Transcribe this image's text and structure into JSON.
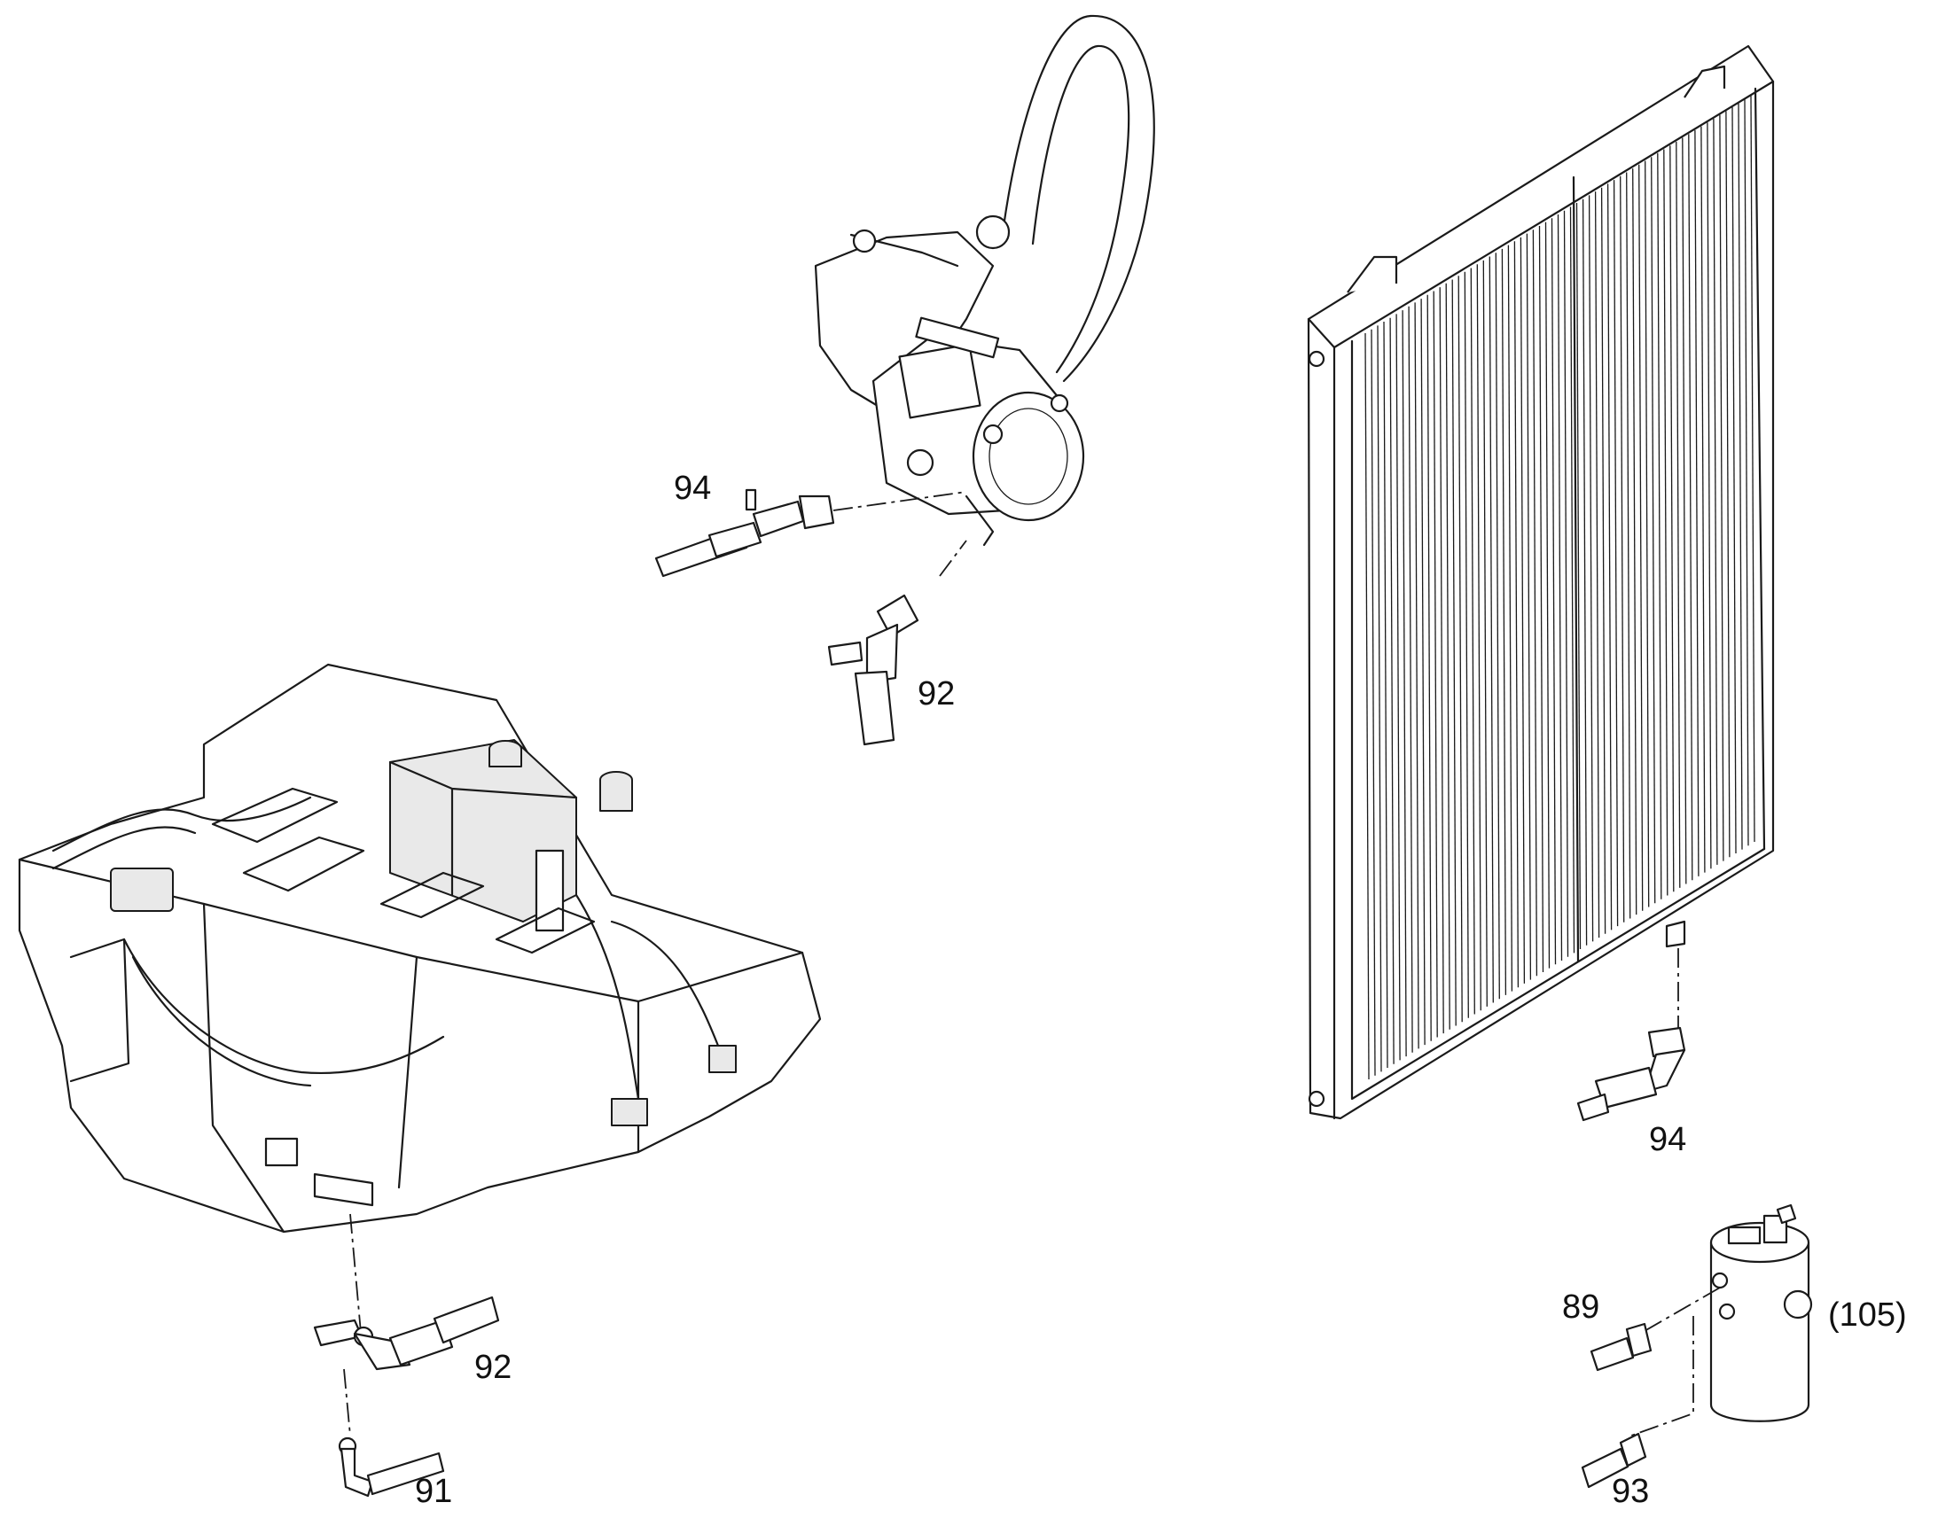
{
  "diagram": {
    "colors": {
      "line": "#1a1a1a",
      "background": "#ffffff"
    },
    "callouts": {
      "compressor_suction_hose": "94",
      "compressor_discharge_hose": "92",
      "evaporator_hose": "92",
      "evaporator_pipe": "91",
      "condenser_hose": "94",
      "drier_fitting_upper": "89",
      "drier_fitting_lower": "93",
      "receiver_drier": "(105)"
    }
  }
}
